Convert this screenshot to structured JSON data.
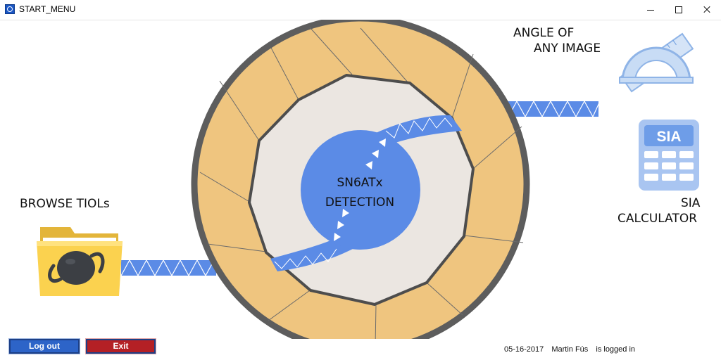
{
  "window": {
    "title": "START_MENU"
  },
  "labels": {
    "browse": "BROWSE TIOLs",
    "angle_line1": "ANGLE OF",
    "angle_line2": "ANY IMAGE",
    "sia_line1": "SIA",
    "sia_line2": "CALCULATOR",
    "center_line1": "SN6ATx",
    "center_line2": "DETECTION",
    "sia_icon_text": "SIA"
  },
  "buttons": {
    "logout": "Log out",
    "exit": "Exit"
  },
  "status": {
    "date": "05-16-2017",
    "user": "Martin Fús",
    "suffix": "is logged in"
  },
  "colors": {
    "accent_blue": "#5b8be6",
    "tan": "#efc57f",
    "ring": "#5d5d5d",
    "inner": "#ebe6e1",
    "logout_bg": "#2d64c8",
    "exit_bg": "#b42025"
  },
  "icons": [
    "folder-iol-icon",
    "protractor-icon",
    "calculator-icon",
    "app-icon"
  ]
}
